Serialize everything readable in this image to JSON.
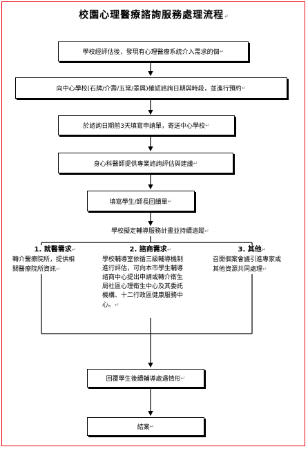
{
  "title": "校園心理醫療諮詢服務處理流程",
  "return_mark": "↵",
  "steps": [
    "學校經評估後，發現有心理醫療系統介入需求的個",
    "向中心學校(石牌/介壽/五常/景興)確認諮詢日期與時段，並進行預約",
    "於諮詢日期前3天填寫申請單，寄送中心學校",
    "身心科醫師提供專業諮詢評估與建議",
    "填寫學生/師長回饋單"
  ],
  "plan_text": "學校擬定輔導服務計畫並持續追蹤",
  "columns": [
    {
      "heading": "1. 就醫需求",
      "body": [
        "轉介醫療院所，提供相",
        "關醫療院所資訊"
      ]
    },
    {
      "heading": "2. 諮商需求",
      "body": [
        "學校輔導室依循三級輔導機制",
        "進行評估，可向本市學生輔導",
        "諮商中心提出申請或轉介衛生",
        "局社區心理衛生中心及其委託",
        "機構、十二行政區健康服務中",
        "心。"
      ]
    },
    {
      "heading": "3. 其他",
      "body": [
        "召開個案會議引進專家或",
        "其他資源共同處理"
      ]
    }
  ],
  "final_steps": [
    "回覆學生後續輔導處遇情形",
    "結案"
  ]
}
